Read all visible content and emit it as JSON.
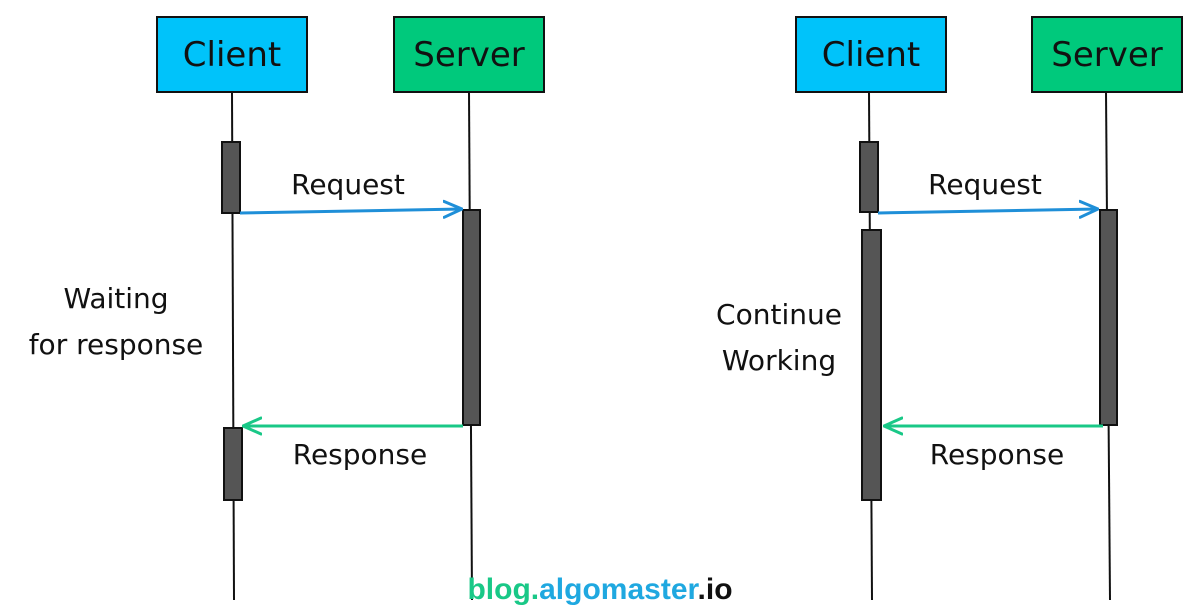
{
  "colors": {
    "client_box": "#00c3fa",
    "server_box": "#00c97c",
    "request_arrow": "#1f8fd8",
    "response_arrow": "#19c887",
    "activation_bar": "#555555",
    "line": "#111111"
  },
  "sync": {
    "client": "Client",
    "server": "Server",
    "request": "Request",
    "response": "Response",
    "note_line1": "Waiting",
    "note_line2": "for response"
  },
  "async": {
    "client": "Client",
    "server": "Server",
    "request": "Request",
    "response": "Response",
    "note_line1": "Continue",
    "note_line2": "Working"
  },
  "watermark": {
    "part1": "blog.",
    "part2": "algomaster",
    "part3": ".io",
    "color1": "#19c887",
    "color2": "#1fa8e0",
    "color3": "#111111"
  }
}
